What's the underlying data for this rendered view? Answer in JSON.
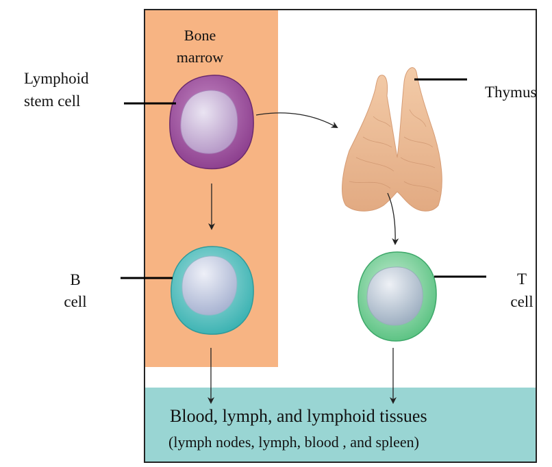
{
  "regions": {
    "bone_marrow": {
      "label_line1": "Bone",
      "label_line2": "marrow",
      "color": "#f7b483"
    },
    "lymphoid_tissues": {
      "title": "Blood, lymph, and lymphoid tissues",
      "subtitle": "(lymph nodes, lymph, blood , and spleen)",
      "color": "#99d5d3"
    }
  },
  "labels": {
    "lymphoid_stem_cell": {
      "line1": "Lymphoid",
      "line2": "stem cell"
    },
    "thymus": "Thymus",
    "b_cell": {
      "line1": "B",
      "line2": "cell"
    },
    "t_cell": {
      "line1": "T",
      "line2": "cell"
    }
  },
  "cells": {
    "lymphoid_stem_cell": {
      "color": "#9a4a9a"
    },
    "b_cell": {
      "color": "#4fbfbf"
    },
    "t_cell": {
      "color": "#6cc98f"
    }
  },
  "organs": {
    "thymus": {
      "color": "#e8b48c"
    }
  },
  "flow": [
    {
      "from": "Lymphoid stem cell",
      "to": "Thymus"
    },
    {
      "from": "Lymphoid stem cell",
      "to": "B cell"
    },
    {
      "from": "Thymus",
      "to": "T cell"
    },
    {
      "from": "B cell",
      "to": "Blood, lymph, and lymphoid tissues"
    },
    {
      "from": "T cell",
      "to": "Blood, lymph, and lymphoid tissues"
    }
  ]
}
